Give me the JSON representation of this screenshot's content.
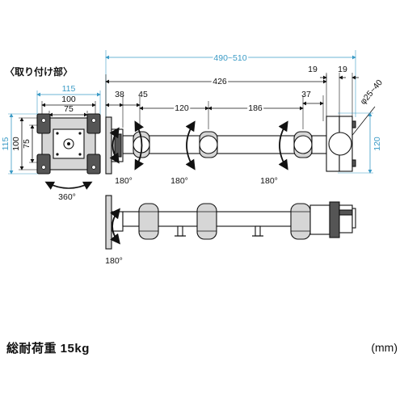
{
  "section_title": "〈取り付け部〉",
  "mount": {
    "widths": [
      "115",
      "100",
      "75"
    ],
    "heights": [
      "115",
      "100",
      "75"
    ],
    "rotation": "360°"
  },
  "arm_dims": {
    "overall": "490~510",
    "main": "426",
    "seg_38": "38",
    "seg_45": "45",
    "seg_120": "120",
    "seg_186": "186",
    "seg_37": "37",
    "clamp_19a": "19",
    "clamp_19b": "19",
    "pole_dia": "φ25~40",
    "clamp_height": "120"
  },
  "rotations": {
    "r1": "180°",
    "r2": "180°",
    "r3": "180°",
    "r4": "180°"
  },
  "footer": {
    "load": "総耐荷重 15kg",
    "unit": "(mm)"
  }
}
